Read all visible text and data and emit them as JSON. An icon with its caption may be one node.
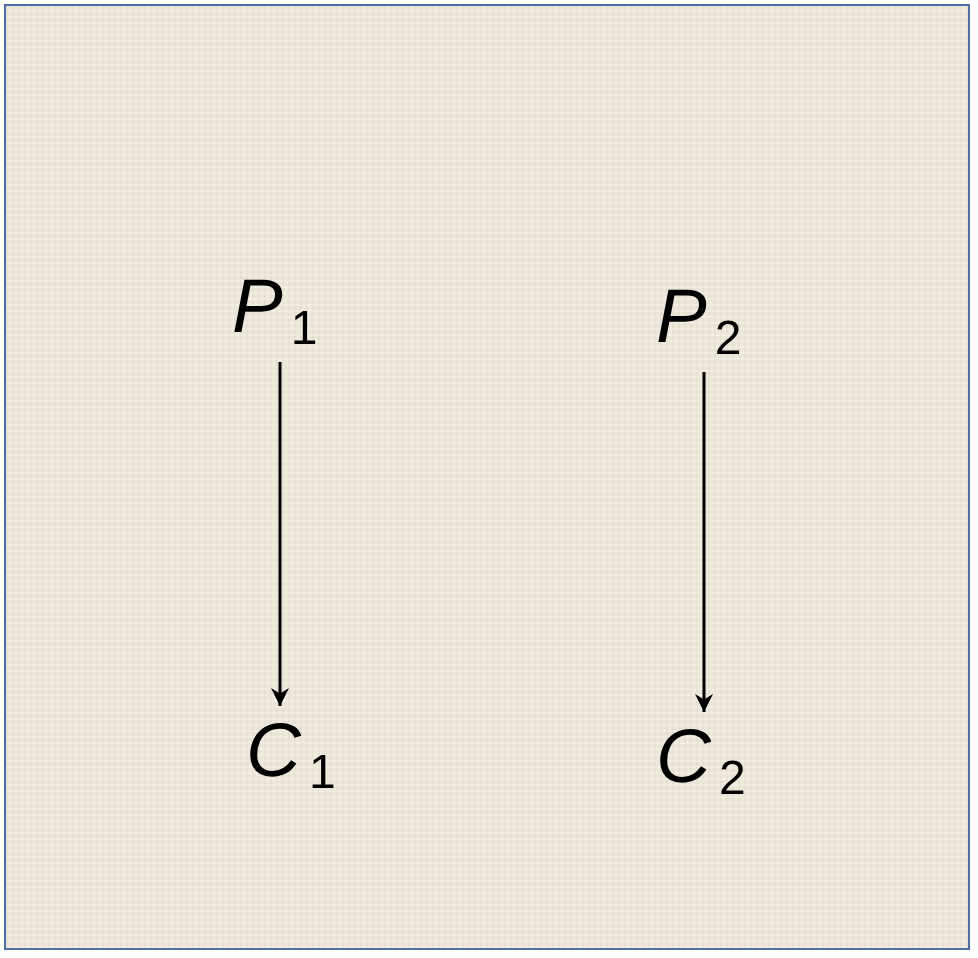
{
  "diagram": {
    "nodes": [
      {
        "text": [
          "*P*$_{1}$"
        ]
      },
      {
        "text": [
          "*P*$_{2}$"
        ]
      },
      {
        "text": [
          "*C*$_{1}$"
        ]
      },
      {
        "text": [
          "*C*$_{2}$"
        ]
      }
    ],
    "edges": [
      {
        "from": 0,
        "to": 2,
        "arrow": "to"
      },
      {
        "from": 1,
        "to": 3,
        "arrow": "to"
      }
    ]
  }
}
